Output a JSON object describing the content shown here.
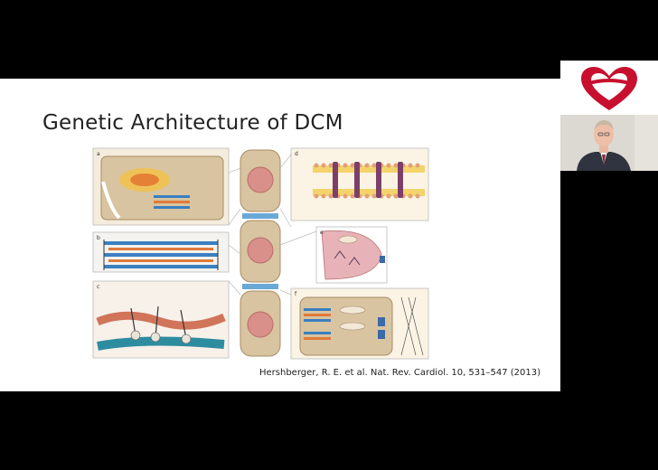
{
  "slide": {
    "title": "Genetic Architecture of DCM",
    "citation": "Hershberger, R. E. et al. Nat. Rev. Cardiol. 10, 531–547 (2013)"
  },
  "figure": {
    "panel_labels": [
      "a",
      "b",
      "c",
      "d",
      "e",
      "f"
    ]
  },
  "sidebar": {
    "logo_icon": "heart-logo-icon",
    "participant_icon": "presenter-video-icon"
  },
  "colors": {
    "letterbox": "#000000",
    "slide_background": "#ffffff",
    "logo_red": "#c8102e",
    "cell_tan": "#d8c4a0",
    "nucleus_pink": "#d98f8a",
    "filament_blue": "#3a7fc0",
    "filament_orange": "#e07a3a",
    "membrane_yellow": "#f3d36b"
  }
}
